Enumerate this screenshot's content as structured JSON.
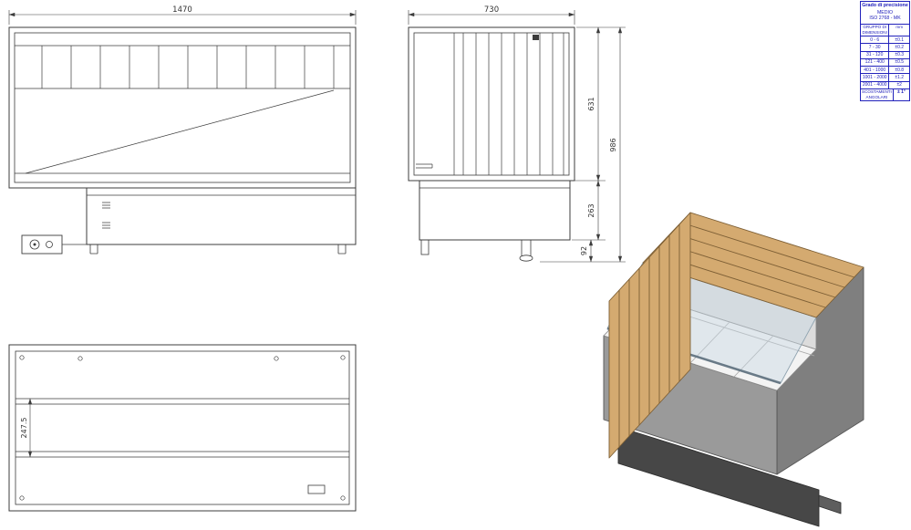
{
  "drawing": {
    "title": "display-counter-technical-drawing",
    "views": {
      "front": {
        "dim_width": "1470"
      },
      "side": {
        "dim_depth": "730",
        "dim_upper_height": "631",
        "dim_total_height": "986",
        "dim_base_height": "263",
        "dim_foot_height": "92"
      },
      "plan": {
        "dim_band": "247.5"
      }
    }
  },
  "colors": {
    "line": "#3c3c3c",
    "dimension_blue": "#2121bb",
    "wood": "#d4aa70",
    "wood_line": "#7d5f35",
    "body_grey": "#9a9a9a",
    "body_grey_dark": "#7f7f7f",
    "plinth": "#474747",
    "vent": "#5e5e5e",
    "interior": "#dcdcdc",
    "tray": "#f3f3f3",
    "glass": "#c9d9e4"
  },
  "tolerance_table": {
    "title": "Grado di precisione",
    "grade": "MEDIO",
    "standard": "ISO 2768 - MK",
    "col_dim": "GRUPPO DI DIMENSIONI",
    "col_unit": "mm",
    "rows": [
      {
        "range": "0 - 6",
        "tol": "±0.1"
      },
      {
        "range": "7 - 30",
        "tol": "±0.2"
      },
      {
        "range": "31 - 120",
        "tol": "±0.3"
      },
      {
        "range": "121 - 400",
        "tol": "±0.5"
      },
      {
        "range": "401 - 1000",
        "tol": "±0.8"
      },
      {
        "range": "1001 - 2000",
        "tol": "±1.2"
      },
      {
        "range": "2001 - 4000",
        "tol": "±2"
      }
    ],
    "angular_label": "SCOSTAMENTI ANGOLARI",
    "angular_value": "± 1°"
  }
}
